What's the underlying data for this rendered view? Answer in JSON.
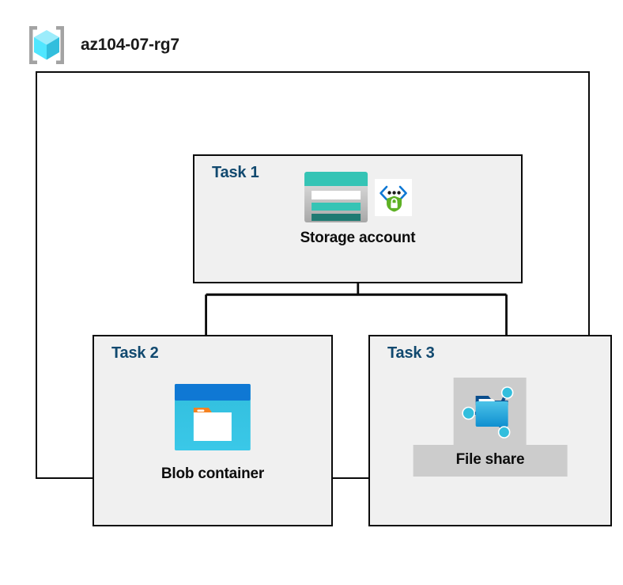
{
  "diagram": {
    "title": "az104-07-rg7",
    "resource_group_icon": "resource-group-cube-icon",
    "colors": {
      "task_label": "#11496f",
      "box_border": "#0a0a0a",
      "box_fill": "#f0f0f0",
      "page_background": "#ffffff",
      "selection_plate": "#cccccc",
      "storage_teal": "#35c4b5",
      "storage_teal_dark": "#1f7a72",
      "blob_blue": "#0f78d4",
      "blob_cyan": "#32bedd",
      "blob_accent_orange": "#f58220",
      "fileshare_cyan": "#32bedd",
      "fileshare_blue": "#0a5ca8",
      "shield_green": "#5eb125",
      "bracket_blue": "#0f78d4",
      "cube_cyan_light": "#9cecfb",
      "cube_cyan_mid": "#50e6ff",
      "cube_cyan_dark": "#32bedd",
      "bracket_gray": "#a3a3a3"
    },
    "tasks": [
      {
        "id": "task-1",
        "label": "Task 1",
        "node_caption": "Storage account",
        "icons": [
          "storage-account-icon",
          "secure-endpoint-icon"
        ],
        "selected": false
      },
      {
        "id": "task-2",
        "label": "Task 2",
        "node_caption": "Blob container",
        "icons": [
          "blob-container-icon"
        ],
        "selected": false
      },
      {
        "id": "task-3",
        "label": "Task 3",
        "node_caption": "File share",
        "icons": [
          "file-share-icon"
        ],
        "selected": true
      }
    ],
    "connections": [
      {
        "from": "task-1",
        "to": "task-2"
      },
      {
        "from": "task-1",
        "to": "task-3"
      }
    ]
  }
}
